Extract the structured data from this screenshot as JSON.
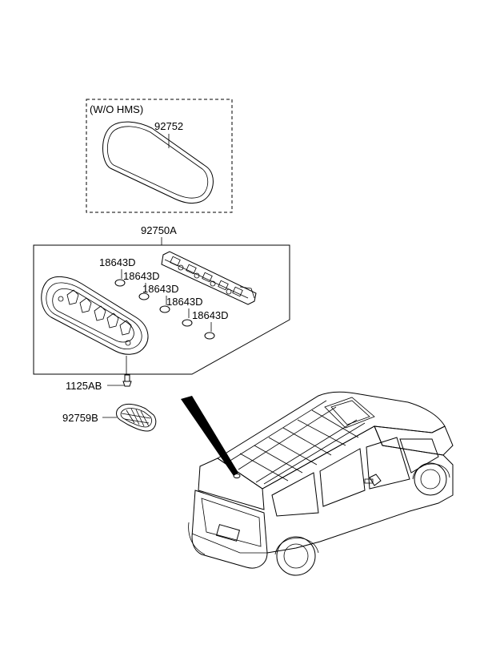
{
  "labels": {
    "wo_hms": "(W/O HMS)",
    "p92752": "92752",
    "p92750A": "92750A",
    "p18643D_1": "18643D",
    "p18643D_2": "18643D",
    "p18643D_3": "18643D",
    "p18643D_4": "18643D",
    "p18643D_5": "18643D",
    "p1125AB": "1125AB",
    "p92759B": "92759B"
  }
}
